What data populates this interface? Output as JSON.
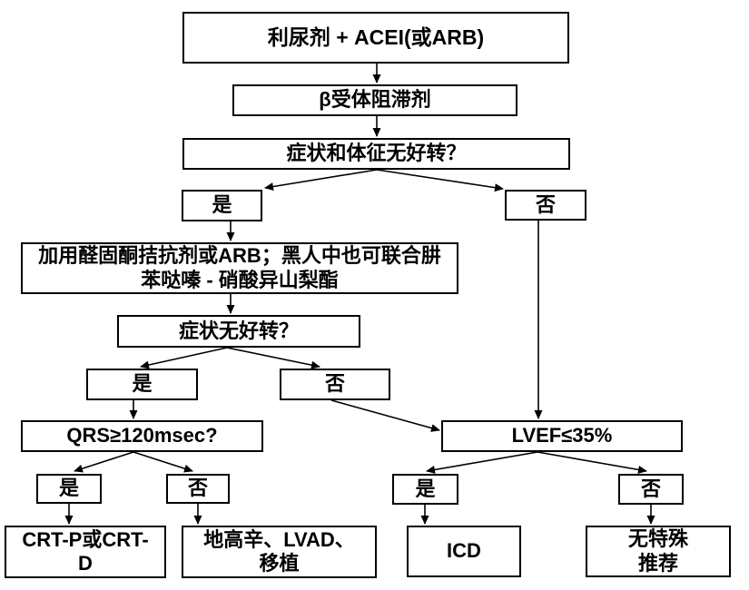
{
  "diagram": {
    "type": "flowchart",
    "colors": {
      "border": "#000000",
      "text": "#000000",
      "background": "#ffffff"
    },
    "nodes": {
      "diuretic": {
        "label": "利尿剂 + ACEI(或ARB)"
      },
      "beta": {
        "label": "β受体阻滞剂"
      },
      "q1": {
        "label": "症状和体征无好转？"
      },
      "yes1": {
        "label": "是"
      },
      "no1": {
        "label": "否"
      },
      "add": {
        "label": "加用醛固酮拮抗剂或ARB；黑人中也可联合肼\n苯哒嗪 - 硝酸异山梨酯"
      },
      "q2": {
        "label": "症状无好转？"
      },
      "yes2": {
        "label": "是"
      },
      "no2": {
        "label": "否"
      },
      "qrs": {
        "label": "QRS≥120msec?"
      },
      "lvef": {
        "label": "LVEF≤35%"
      },
      "yes3": {
        "label": "是"
      },
      "no3": {
        "label": "否"
      },
      "yes4": {
        "label": "是"
      },
      "no4": {
        "label": "否"
      },
      "crt": {
        "label": "CRT-P或CRT-\nD"
      },
      "digoxin": {
        "label": "地高辛、LVAD、\n移植"
      },
      "icd": {
        "label": "ICD"
      },
      "norec": {
        "label": "无特殊\n推荐"
      }
    },
    "edges": [
      {
        "from": "diuretic",
        "to": "beta"
      },
      {
        "from": "beta",
        "to": "q1"
      },
      {
        "from": "q1",
        "to": "yes1"
      },
      {
        "from": "q1",
        "to": "no1"
      },
      {
        "from": "yes1",
        "to": "add"
      },
      {
        "from": "add",
        "to": "q2"
      },
      {
        "from": "q2",
        "to": "yes2"
      },
      {
        "from": "q2",
        "to": "no2"
      },
      {
        "from": "yes2",
        "to": "qrs"
      },
      {
        "from": "no2",
        "to": "lvef"
      },
      {
        "from": "no1",
        "to": "lvef"
      },
      {
        "from": "qrs",
        "to": "yes3"
      },
      {
        "from": "qrs",
        "to": "no3"
      },
      {
        "from": "yes3",
        "to": "crt"
      },
      {
        "from": "no3",
        "to": "digoxin"
      },
      {
        "from": "lvef",
        "to": "yes4"
      },
      {
        "from": "lvef",
        "to": "no4"
      },
      {
        "from": "yes4",
        "to": "icd"
      },
      {
        "from": "no4",
        "to": "norec"
      }
    ]
  }
}
